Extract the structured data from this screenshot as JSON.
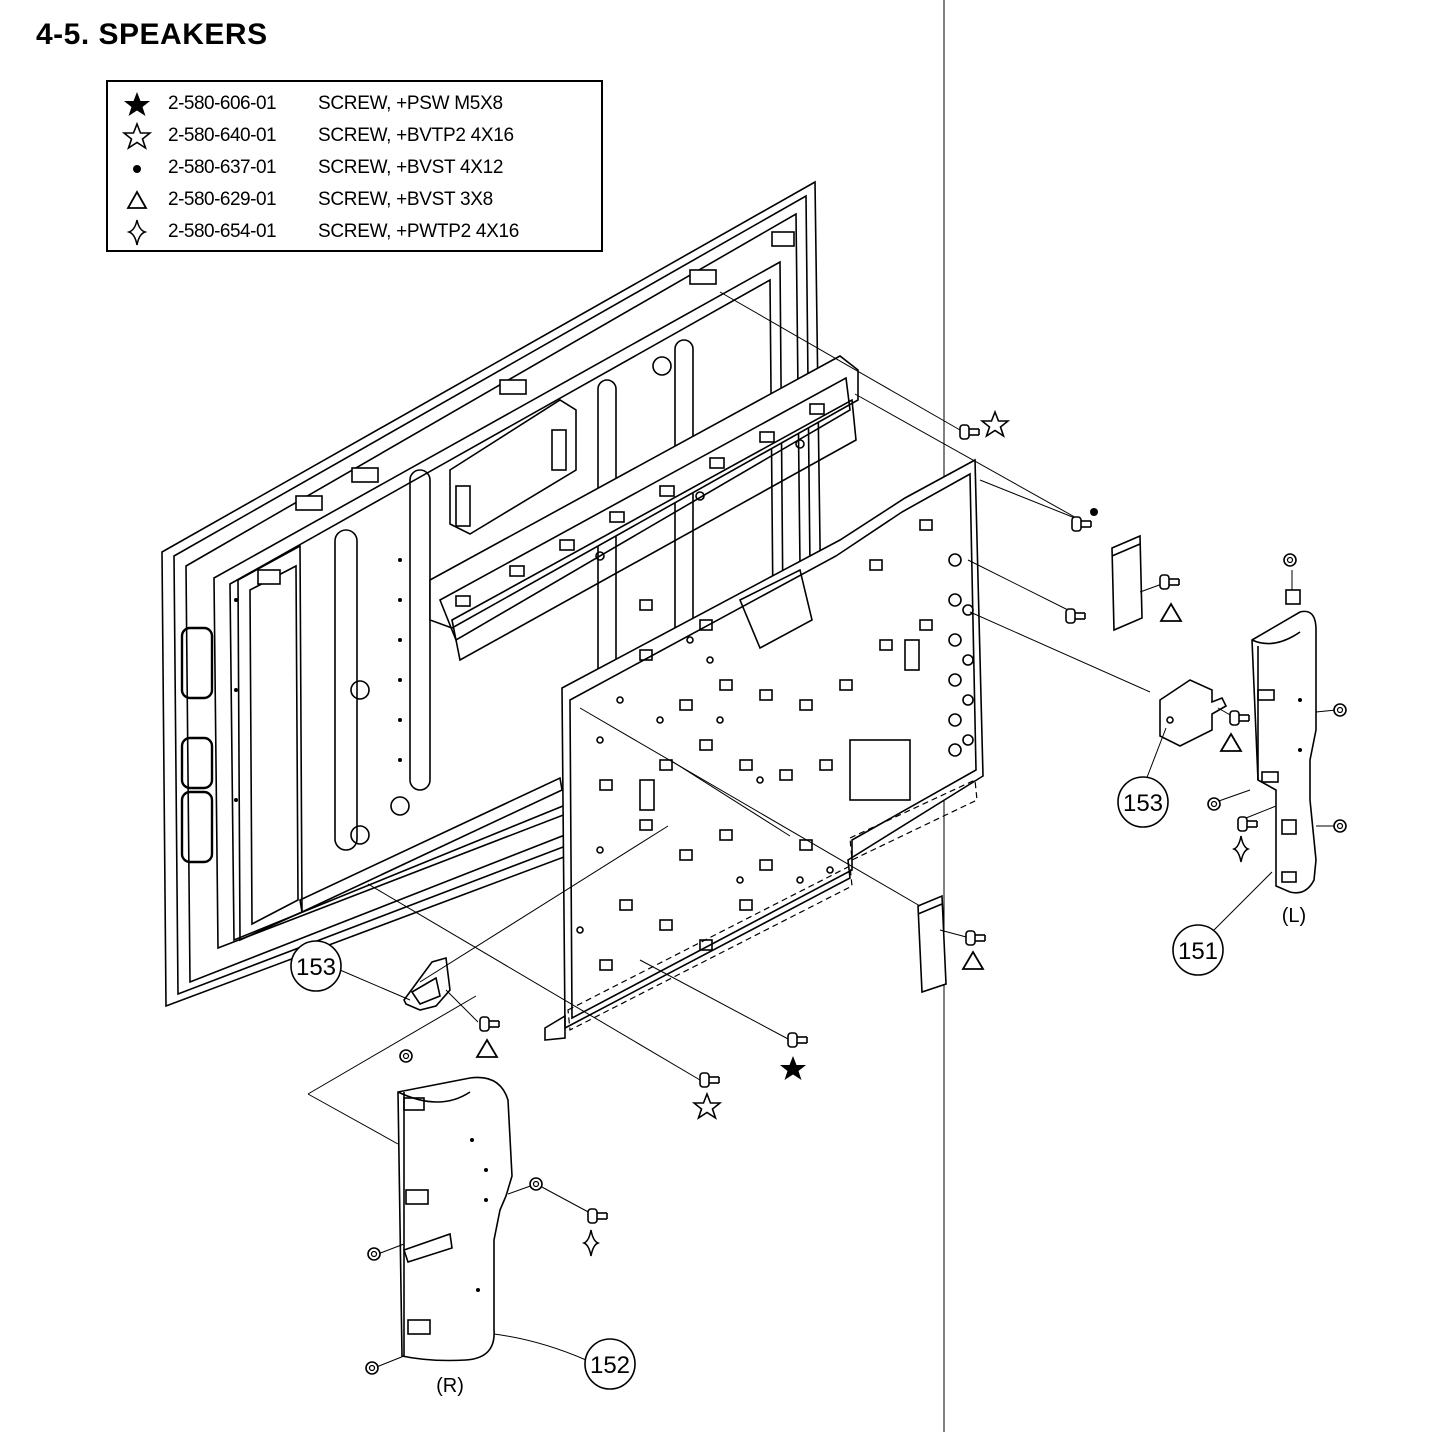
{
  "title": "4-5.  SPEAKERS",
  "legend": [
    {
      "symbol": "filled-star-icon",
      "part": "2-580-606-01",
      "desc": "SCREW, +PSW M5X8"
    },
    {
      "symbol": "outline-star-icon",
      "part": "2-580-640-01",
      "desc": "SCREW, +BVTP2 4X16"
    },
    {
      "symbol": "filled-dot-icon",
      "part": "2-580-637-01",
      "desc": "SCREW, +BVST 4X12"
    },
    {
      "symbol": "outline-triangle-icon",
      "part": "2-580-629-01",
      "desc": "SCREW, +BVST 3X8"
    },
    {
      "symbol": "four-point-star-icon",
      "part": "2-580-654-01",
      "desc": "SCREW, +PWTP2 4X16"
    }
  ],
  "callouts": {
    "left_bracket": "153",
    "right_bracket": "153",
    "right_speaker": "152",
    "left_speaker": "151"
  },
  "side_labels": {
    "right": "(R)",
    "left": "(L)"
  }
}
